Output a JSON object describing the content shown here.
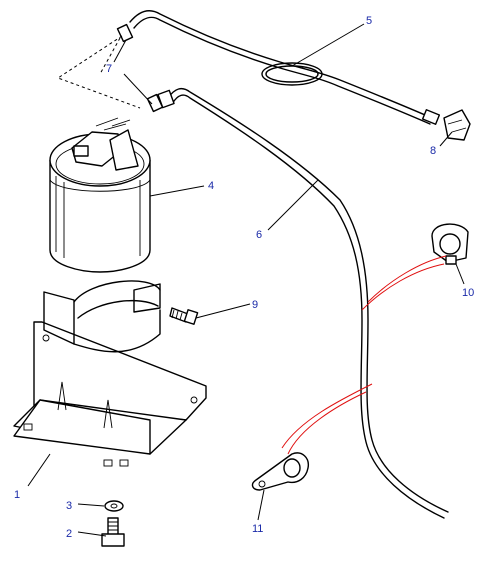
{
  "diagram": {
    "colors": {
      "callout": "#1a2aa8",
      "highlight": "#e01010",
      "line": "#000000"
    },
    "callouts": [
      {
        "id": "1",
        "part": "mounting bracket"
      },
      {
        "id": "2",
        "part": "bolt"
      },
      {
        "id": "3",
        "part": "washer"
      },
      {
        "id": "4",
        "part": "canister"
      },
      {
        "id": "5",
        "part": "hose"
      },
      {
        "id": "6",
        "part": "hose"
      },
      {
        "id": "7",
        "part": "hose clip"
      },
      {
        "id": "8",
        "part": "clip"
      },
      {
        "id": "9",
        "part": "bolt"
      },
      {
        "id": "10",
        "part": "clip"
      },
      {
        "id": "11",
        "part": "p-clip"
      }
    ]
  }
}
